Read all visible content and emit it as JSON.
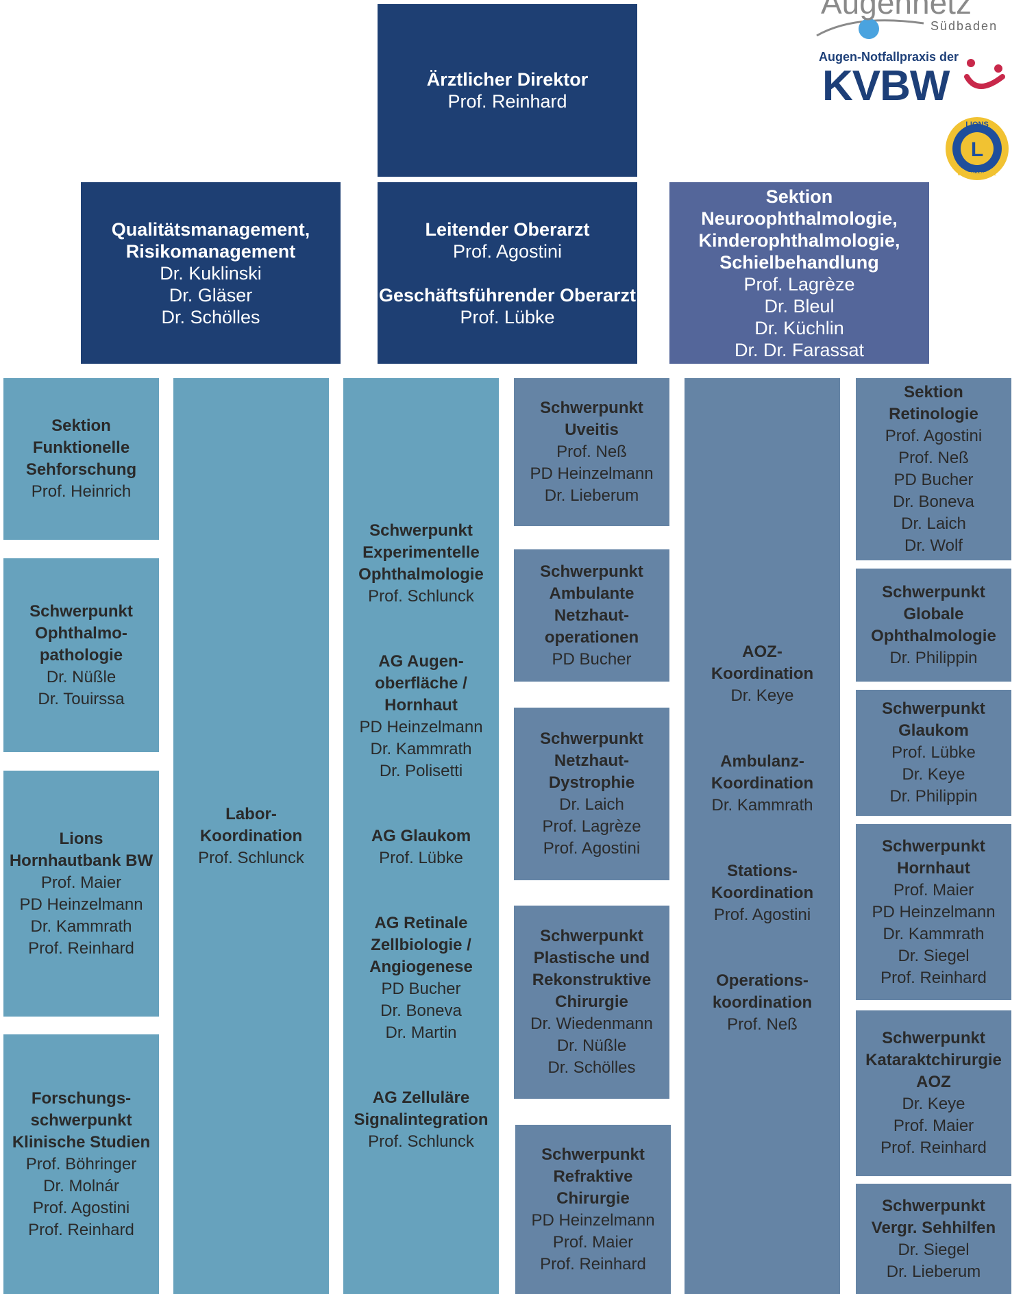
{
  "logos": {
    "augennetz_word": "Augennetz",
    "augennetz_region": "Südbaden",
    "notfall_caption": "Augen-Notfallpraxis der",
    "kvbw_word": "KVBW",
    "lions_top": "LIONS",
    "lions_letter": "L",
    "lions_bottom": "INTERNATIONAL"
  },
  "direktor": {
    "title": "Ärztlicher Direktor",
    "people": [
      "Prof. Reinhard"
    ]
  },
  "quality": {
    "title": [
      "Qualitätsmanagement,",
      "Risikomanagement"
    ],
    "people": [
      "Dr. Kuklinski",
      "Dr. Gläser",
      "Dr. Schölles"
    ]
  },
  "leitend": {
    "title": "Leitender Oberarzt",
    "person": "Prof. Agostini",
    "title2": "Geschäftsführender Oberarzt",
    "person2": "Prof. Lübke"
  },
  "neuro": {
    "title": [
      "Sektion",
      "Neuroophthalmologie,",
      "Kinderophthalmologie,",
      "Schielbehandlung"
    ],
    "people": [
      "Prof. Lagrèze",
      "Dr. Bleul",
      "Dr. Küchlin",
      "Dr. Dr. Farassat"
    ]
  },
  "col1": [
    {
      "title": [
        "Sektion",
        "Funktionelle",
        "Sehforschung"
      ],
      "people": [
        "Prof. Heinrich"
      ]
    },
    {
      "title": [
        "Schwerpunkt",
        "Ophthalmo-",
        "pathologie"
      ],
      "people": [
        "Dr. Nüßle",
        "Dr. Touirssa"
      ]
    },
    {
      "title": [
        "Lions",
        "Hornhautbank BW"
      ],
      "people": [
        "Prof. Maier",
        "PD Heinzelmann",
        "Dr. Kammrath",
        "Prof. Reinhard"
      ]
    },
    {
      "title": [
        "Forschungs-",
        "schwerpunkt",
        "Klinische Studien"
      ],
      "people": [
        "Prof. Böhringer",
        "Dr. Molnár",
        "Prof. Agostini",
        "Prof. Reinhard"
      ]
    }
  ],
  "col2": {
    "title": [
      "Labor-",
      "Koordination"
    ],
    "people": [
      "Prof. Schlunck"
    ]
  },
  "col3": [
    {
      "title": [
        "Schwerpunkt",
        "Experimentelle",
        "Ophthalmologie"
      ],
      "people": [
        "Prof. Schlunck"
      ]
    },
    {
      "title": [
        "AG Augen-",
        "oberfläche /",
        "Hornhaut"
      ],
      "people": [
        "PD Heinzelmann",
        "Dr. Kammrath",
        "Dr. Polisetti"
      ]
    },
    {
      "title": [
        "AG Glaukom"
      ],
      "people": [
        "Prof. Lübke"
      ]
    },
    {
      "title": [
        "AG Retinale",
        "Zellbiologie /",
        "Angiogenese"
      ],
      "people": [
        "PD Bucher",
        "Dr. Boneva",
        "Dr. Martin"
      ]
    },
    {
      "title": [
        "AG Zelluläre",
        "Signalintegration"
      ],
      "people": [
        "Prof. Schlunck"
      ]
    }
  ],
  "col4": [
    {
      "title": [
        "Schwerpunkt",
        "Uveitis"
      ],
      "people": [
        "Prof. Neß",
        "PD Heinzelmann",
        "Dr. Lieberum"
      ]
    },
    {
      "title": [
        "Schwerpunkt",
        "Ambulante",
        "Netzhaut-",
        "operationen"
      ],
      "people": [
        "PD Bucher"
      ]
    },
    {
      "title": [
        "Schwerpunkt",
        "Netzhaut-",
        "Dystrophie"
      ],
      "people": [
        "Dr. Laich",
        "Prof. Lagrèze",
        "Prof. Agostini"
      ]
    },
    {
      "title": [
        "Schwerpunkt",
        "Plastische und",
        "Rekonstruktive",
        "Chirurgie"
      ],
      "people": [
        "Dr. Wiedenmann",
        "Dr. Nüßle",
        "Dr. Schölles"
      ]
    },
    {
      "title": [
        "Schwerpunkt",
        "Refraktive",
        "Chirurgie"
      ],
      "people": [
        "PD Heinzelmann",
        "Prof. Maier",
        "Prof. Reinhard"
      ]
    }
  ],
  "col5": [
    {
      "title": [
        "AOZ-",
        "Koordination"
      ],
      "people": [
        "Dr. Keye"
      ]
    },
    {
      "title": [
        "Ambulanz-",
        "Koordination"
      ],
      "people": [
        "Dr. Kammrath"
      ]
    },
    {
      "title": [
        "Stations-",
        "Koordination"
      ],
      "people": [
        "Prof. Agostini"
      ]
    },
    {
      "title": [
        "Operations-",
        "koordination"
      ],
      "people": [
        "Prof. Neß"
      ]
    }
  ],
  "col6": [
    {
      "title": [
        "Sektion",
        "Retinologie"
      ],
      "people": [
        "Prof. Agostini",
        "Prof. Neß",
        "PD Bucher",
        "Dr. Boneva",
        "Dr. Laich",
        "Dr. Wolf"
      ]
    },
    {
      "title": [
        "Schwerpunkt",
        "Globale",
        "Ophthalmologie"
      ],
      "people": [
        "Dr. Philippin"
      ]
    },
    {
      "title": [
        "Schwerpunkt",
        "Glaukom"
      ],
      "people": [
        "Prof. Lübke",
        "Dr. Keye",
        "Dr. Philippin"
      ]
    },
    {
      "title": [
        "Schwerpunkt",
        "Hornhaut"
      ],
      "people": [
        "Prof. Maier",
        "PD Heinzelmann",
        "Dr. Kammrath",
        "Dr. Siegel",
        "Prof. Reinhard"
      ]
    },
    {
      "title": [
        "Schwerpunkt",
        "Kataraktchirurgie",
        "AOZ"
      ],
      "people": [
        "Dr. Keye",
        "Prof. Maier",
        "Prof. Reinhard"
      ]
    },
    {
      "title": [
        "Schwerpunkt",
        "Vergr. Sehhilfen"
      ],
      "people": [
        "Dr. Siegel",
        "Dr. Lieberum"
      ]
    }
  ],
  "colors": {
    "dark_blue": "#1e3f73",
    "purple_blue": "#54669a",
    "light_blue": "#67a2bd",
    "gray_blue": "#6584a5",
    "kvbw_blue": "#1d3f78",
    "kvbw_smile": "#c8284a",
    "lions_gold": "#f1c232",
    "lions_blue": "#1f4f9c"
  }
}
